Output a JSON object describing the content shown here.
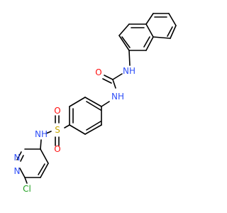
{
  "molecule": {
    "atoms": {
      "o_carbonyl": {
        "text": "O",
        "color": "#ff0d0d"
      },
      "nh_naphthyl": {
        "text": "NH",
        "color": "#3050f8"
      },
      "nh_phenyl": {
        "text": "NH",
        "color": "#3050f8"
      },
      "s_sulfonyl": {
        "text": "S",
        "color": "#c8a800"
      },
      "o_sulfonyl_top": {
        "text": "O",
        "color": "#ff0d0d"
      },
      "o_sulfonyl_bottom": {
        "text": "O",
        "color": "#ff0d0d"
      },
      "nh_sulfonamide": {
        "text": "NH",
        "color": "#3050f8"
      },
      "n_ring_upper": {
        "text": "N",
        "color": "#3050f8"
      },
      "n_ring_lower": {
        "text": "N",
        "color": "#3050f8"
      },
      "cl": {
        "text": "Cl",
        "color": "#1fa01f"
      }
    },
    "bond_color": "#000000"
  }
}
